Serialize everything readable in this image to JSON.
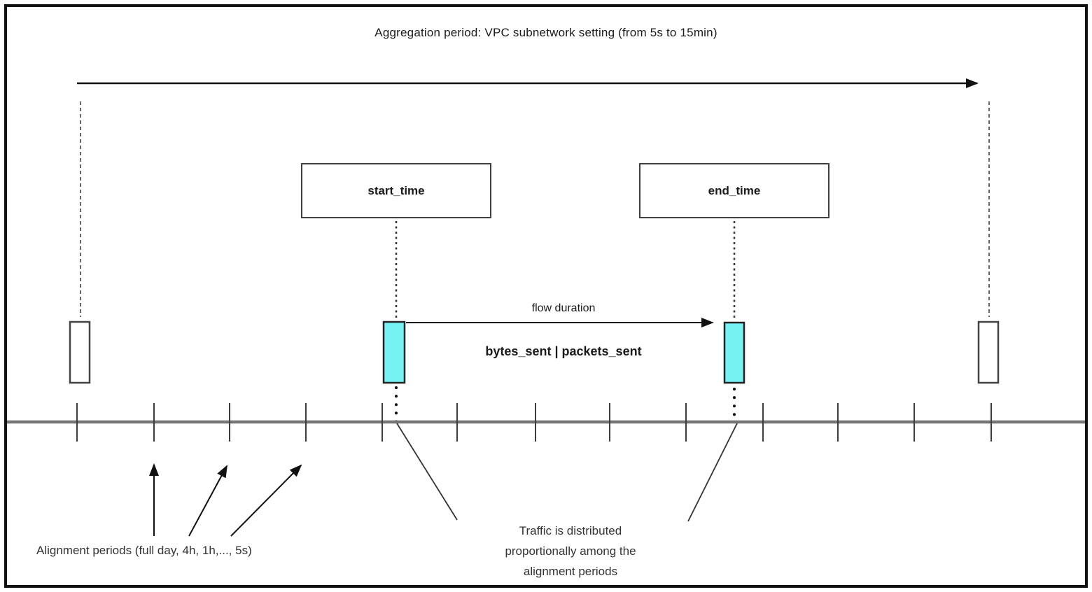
{
  "title": "Aggregation period: VPC subnetwork setting (from 5s to 15min)",
  "boxes": {
    "start_label": "start_time",
    "end_label": "end_time"
  },
  "labels": {
    "flow_duration": "flow duration",
    "metrics": "bytes_sent | packets_sent",
    "alignment_periods": "Alignment periods (full day, 4h, 1h,..., 5s)",
    "traffic_note": "Traffic is distributed\nproportionally among the\nalignment periods"
  },
  "colors": {
    "interval_highlight": "#76f2f2",
    "timeline": "#757575",
    "stroke_dark": "#111111"
  },
  "timeline": {
    "tick_x": [
      110,
      220,
      328,
      437,
      546,
      653,
      765,
      871,
      980,
      1090,
      1197,
      1306,
      1416
    ]
  }
}
